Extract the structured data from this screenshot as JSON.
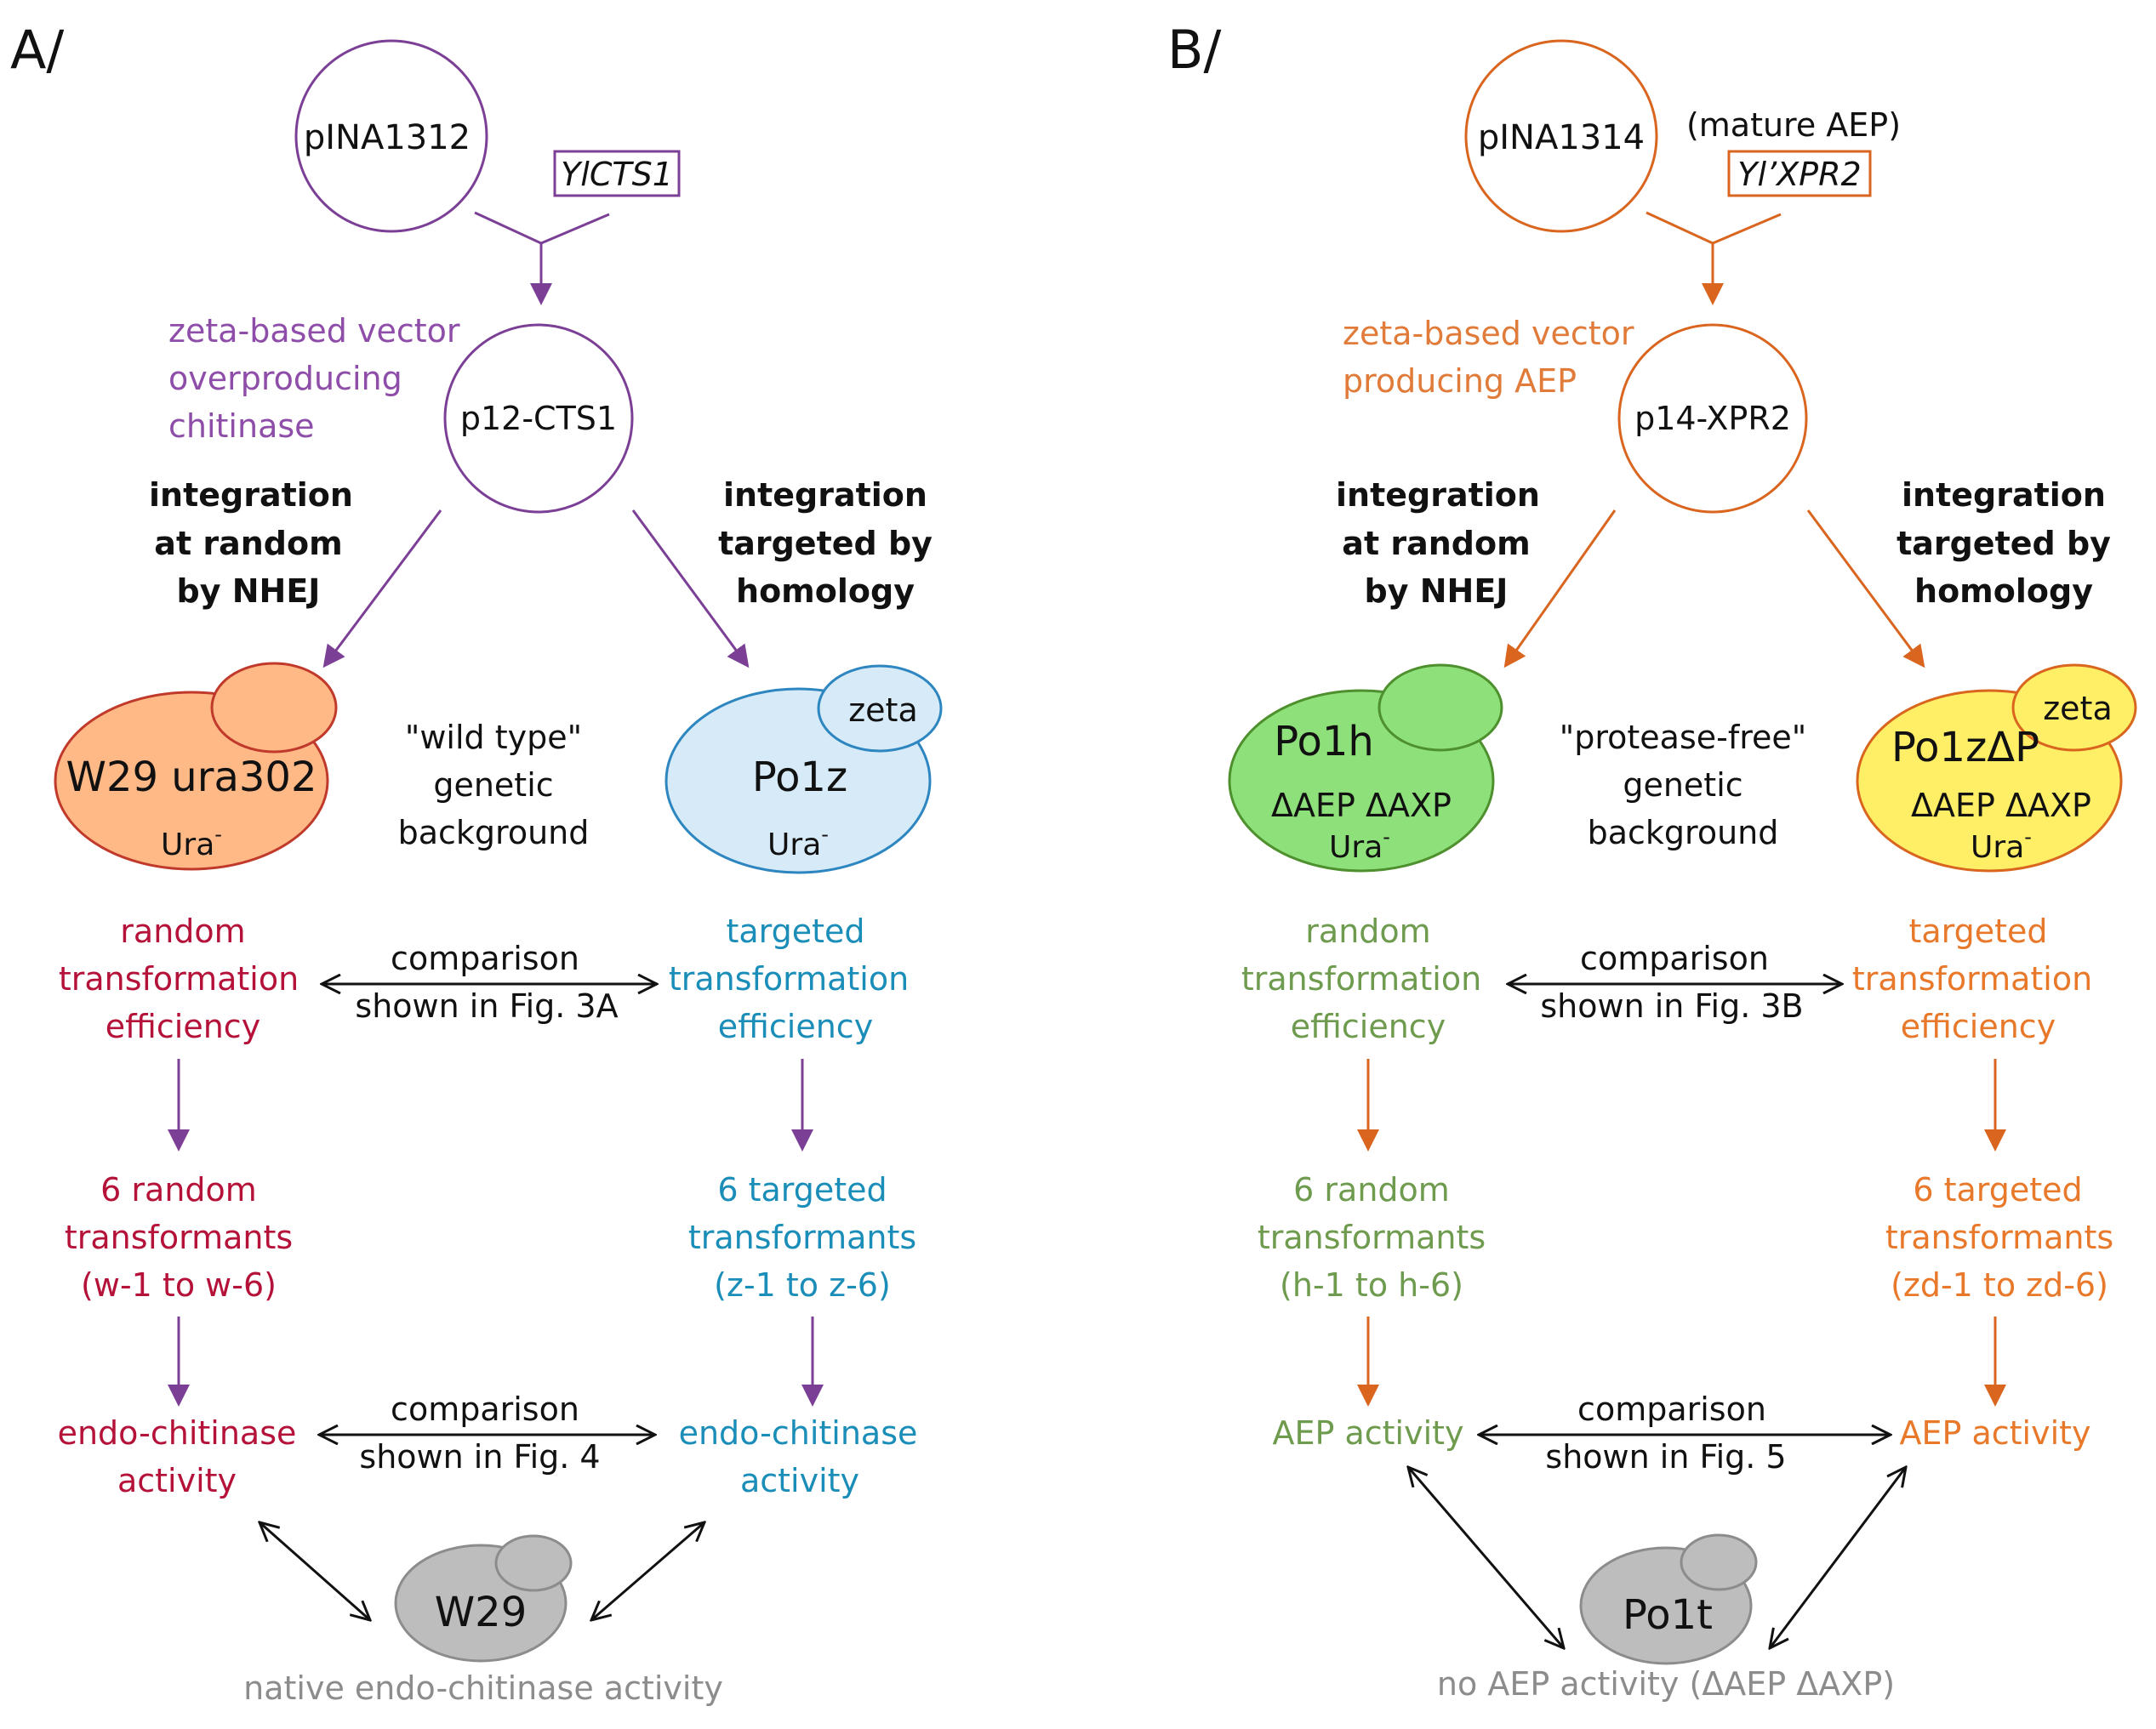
{
  "colors": {
    "purple": "#7B3F96",
    "crimson": "#B5123A",
    "blue": "#1A8DB8",
    "orange": "#D9651F",
    "green": "#6E9B4E",
    "grey": "#8C8C8C",
    "black": "#111111",
    "w29_fill": "#FFB987",
    "w29_stroke": "#C0392B",
    "po1z_fill": "#D6EAF8",
    "po1z_stroke": "#2E86C1",
    "po1h_fill": "#8EE07A",
    "po1h_stroke": "#4E8F2E",
    "po1zdp_fill": "#FFEF66",
    "po1zdp_stroke": "#D9651F",
    "wt_fill": "#BDBDBD",
    "wt_stroke": "#8C8C8C"
  },
  "panelA": {
    "label": "A/",
    "plasmid": "pINA1312",
    "gene": "YlCTS1",
    "vector_desc": [
      "zeta-based vector",
      "overproducing",
      "chitinase"
    ],
    "vector": "p12-CTS1",
    "left_integration": [
      "integration",
      "at random",
      "by NHEJ"
    ],
    "right_integration": [
      "integration",
      "targeted by",
      "homology"
    ],
    "left_strain": {
      "name": "W29 ura302",
      "marker": "Ura",
      "marker_sup": "-"
    },
    "right_strain": {
      "name": "Po1z",
      "bud": "zeta",
      "marker": "Ura",
      "marker_sup": "-"
    },
    "background": [
      "\"wild type\"",
      "genetic",
      "background"
    ],
    "left_eff": [
      "random",
      "transformation",
      "efficiency"
    ],
    "right_eff": [
      "targeted",
      "transformation",
      "efficiency"
    ],
    "comparison1": [
      "comparison",
      "shown  in Fig. 3A"
    ],
    "left_transformants": [
      "6 random",
      "transformants",
      "(w-1 to w-6)"
    ],
    "right_transformants": [
      "6 targeted",
      "transformants",
      "(z-1 to z-6)"
    ],
    "left_activity": [
      "endo-chitinase",
      "activity"
    ],
    "right_activity": [
      "endo-chitinase",
      "activity"
    ],
    "comparison2": [
      "comparison",
      "shown  in Fig. 4"
    ],
    "wt_strain": "W29",
    "wt_activity": "native endo-chitinase activity"
  },
  "panelB": {
    "label": "B/",
    "plasmid": "pINA1314",
    "gene_note": "(mature  AEP)",
    "gene": "Yl’XPR2",
    "vector_desc": [
      "zeta-based vector",
      "producing  AEP"
    ],
    "vector": "p14-XPR2",
    "left_integration": [
      "integration",
      "at random",
      "by NHEJ"
    ],
    "right_integration": [
      "integration",
      "targeted by",
      "homology"
    ],
    "left_strain": {
      "name": "Po1h",
      "genotype": "ΔAEP ΔAXP",
      "marker": "Ura",
      "marker_sup": "-"
    },
    "right_strain": {
      "name": "Po1zΔP",
      "bud": "zeta",
      "genotype": "ΔAEP ΔAXP",
      "marker": "Ura",
      "marker_sup": "-"
    },
    "background": [
      "\"protease-free\"",
      "genetic",
      "background"
    ],
    "left_eff": [
      "random",
      "transformation",
      "efficiency"
    ],
    "right_eff": [
      "targeted",
      "transformation",
      "efficiency"
    ],
    "comparison1": [
      "comparison",
      "shown  in Fig. 3B"
    ],
    "left_transformants": [
      "6 random",
      "transformants",
      "(h-1 to h-6)"
    ],
    "right_transformants": [
      "6 targeted",
      "transformants",
      "(zd-1 to zd-6)"
    ],
    "left_activity": [
      "AEP activity"
    ],
    "right_activity": [
      "AEP activity"
    ],
    "comparison2": [
      "comparison",
      "shown  in Fig. 5"
    ],
    "wt_strain": "Po1t",
    "wt_activity": "no AEP activity (ΔAEP ΔAXP)"
  }
}
